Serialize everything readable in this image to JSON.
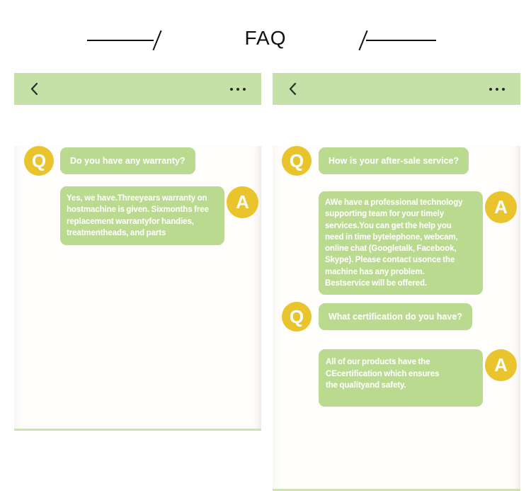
{
  "page": {
    "title": "FAQ"
  },
  "colors": {
    "panel_green": "#c6e1a8",
    "bubble_green": "#b9da8f",
    "badge_yellow": "#e9c42c",
    "bubble_text": "#ffffff",
    "heading_text": "#111111",
    "bottom_line_green": "#cde4b0"
  },
  "icons": {
    "back": "chevron-left",
    "menu": "ellipsis-dots"
  },
  "panels": [
    {
      "name": "warranty-chat",
      "messages": [
        {
          "role": "Q",
          "text": "Do you have any warranty?"
        },
        {
          "role": "A",
          "text": "Yes, we have.Threeyears warranty on\nhostmachine is given. Sixmonths free\nreplacement warrantyfor handies,\ntreatmentheads, and parts"
        }
      ]
    },
    {
      "name": "after-sale-chat",
      "messages": [
        {
          "role": "Q",
          "text": "How is your after-sale service?"
        },
        {
          "role": "A",
          "text": "AWe have a professional technology\nsupporting team for your timely\nservices.You can get the help you\nneed in time bytelephone, webcam,\nonline chat (Googletalk, Facebook,\nSkype). Please contact usonce the\nmachine has any problem.\nBestservice will be offered."
        },
        {
          "role": "Q",
          "text": "What certification do you have?"
        },
        {
          "role": "A",
          "text": "All of our products have the\nCEcertification which ensures\nthe qualityand safety."
        }
      ]
    }
  ]
}
